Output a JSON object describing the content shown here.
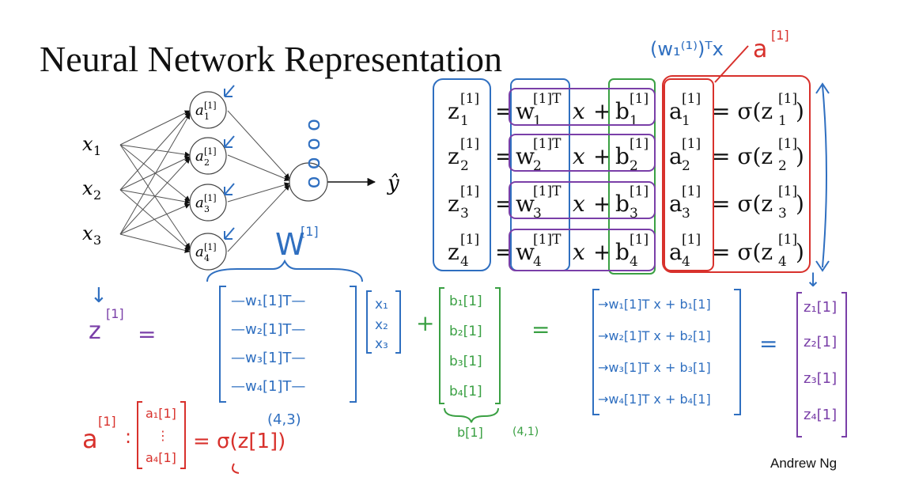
{
  "slide": {
    "title": "Neural Network Representation",
    "credit": "Andrew Ng"
  },
  "network": {
    "inputs": [
      "x",
      "x",
      "x"
    ],
    "input_subscripts": [
      "1",
      "2",
      "3"
    ],
    "hidden_nodes": [
      {
        "base": "a",
        "sup": "[1]",
        "sub": "1"
      },
      {
        "base": "a",
        "sup": "[1]",
        "sub": "2"
      },
      {
        "base": "a",
        "sup": "[1]",
        "sub": "3"
      },
      {
        "base": "a",
        "sup": "[1]",
        "sub": "4"
      }
    ],
    "output_label": "ŷ"
  },
  "typed_equations": [
    {
      "z": "z",
      "zsub": "1",
      "sup": "[1]",
      "w": "w",
      "wsub": "1",
      "wsup": "[1]T",
      "x": "x",
      "b": "b",
      "bsub": "1",
      "a": "a",
      "asub": "1",
      "sigma": "= σ(z",
      "zsub2": "1",
      "close": ")"
    },
    {
      "z": "z",
      "zsub": "2",
      "sup": "[1]",
      "w": "w",
      "wsub": "2",
      "wsup": "[1]T",
      "x": "x",
      "b": "b",
      "bsub": "2",
      "a": "a",
      "asub": "2",
      "sigma": "= σ(z",
      "zsub2": "2",
      "close": ")"
    },
    {
      "z": "z",
      "zsub": "3",
      "sup": "[1]",
      "w": "w",
      "wsub": "3",
      "wsup": "[1]T",
      "x": "x",
      "b": "b",
      "bsub": "3",
      "a": "a",
      "asub": "3",
      "sigma": "= σ(z",
      "zsub2": "3",
      "close": ")"
    },
    {
      "z": "z",
      "zsub": "4",
      "sup": "[1]",
      "w": "w",
      "wsub": "4",
      "wsup": "[1]T",
      "x": "x",
      "b": "b",
      "bsub": "4",
      "a": "a",
      "asub": "4",
      "sigma": "= σ(z",
      "zsub2": "4",
      "close": ")"
    }
  ],
  "annotations": {
    "top_note": "(w₁⁽¹⁾)ᵀx",
    "top_a": "a",
    "top_a_sup": "[1]",
    "W_label": "W",
    "W_sup": "[1]",
    "z_label": "z",
    "z_sup": "[1]",
    "equals": "=",
    "plus": "+",
    "W_rows": [
      "—w₁[1]T—",
      "—w₂[1]T—",
      "—w₃[1]T—",
      "—w₄[1]T—"
    ],
    "x_vec": [
      "x₁",
      "x₂",
      "x₃"
    ],
    "b_vec": [
      "b₁[1]",
      "b₂[1]",
      "b₃[1]",
      "b₄[1]"
    ],
    "shape_W": "(4,3)",
    "b_label": "b[1]",
    "shape_b": "(4,1)",
    "result_rows": [
      "→w₁[1]T x + b₁[1]",
      "→w₂[1]T x + b₂[1]",
      "→w₃[1]T x + b₃[1]",
      "→w₄[1]T x + b₄[1]"
    ],
    "z_vec": [
      "z₁[1]",
      "z₂[1]",
      "z₃[1]",
      "z₄[1]"
    ],
    "a_label": "a",
    "a_sup": "[1]",
    "a_vec": [
      "a₁[1]",
      "⋮",
      "a₄[1]"
    ],
    "sigma_expr": "= σ(z[1])",
    "circles": "o o o o"
  },
  "colors": {
    "blue": "#2f6fc0",
    "green": "#3aa043",
    "red": "#d8312c",
    "purple": "#7a3fa8"
  }
}
